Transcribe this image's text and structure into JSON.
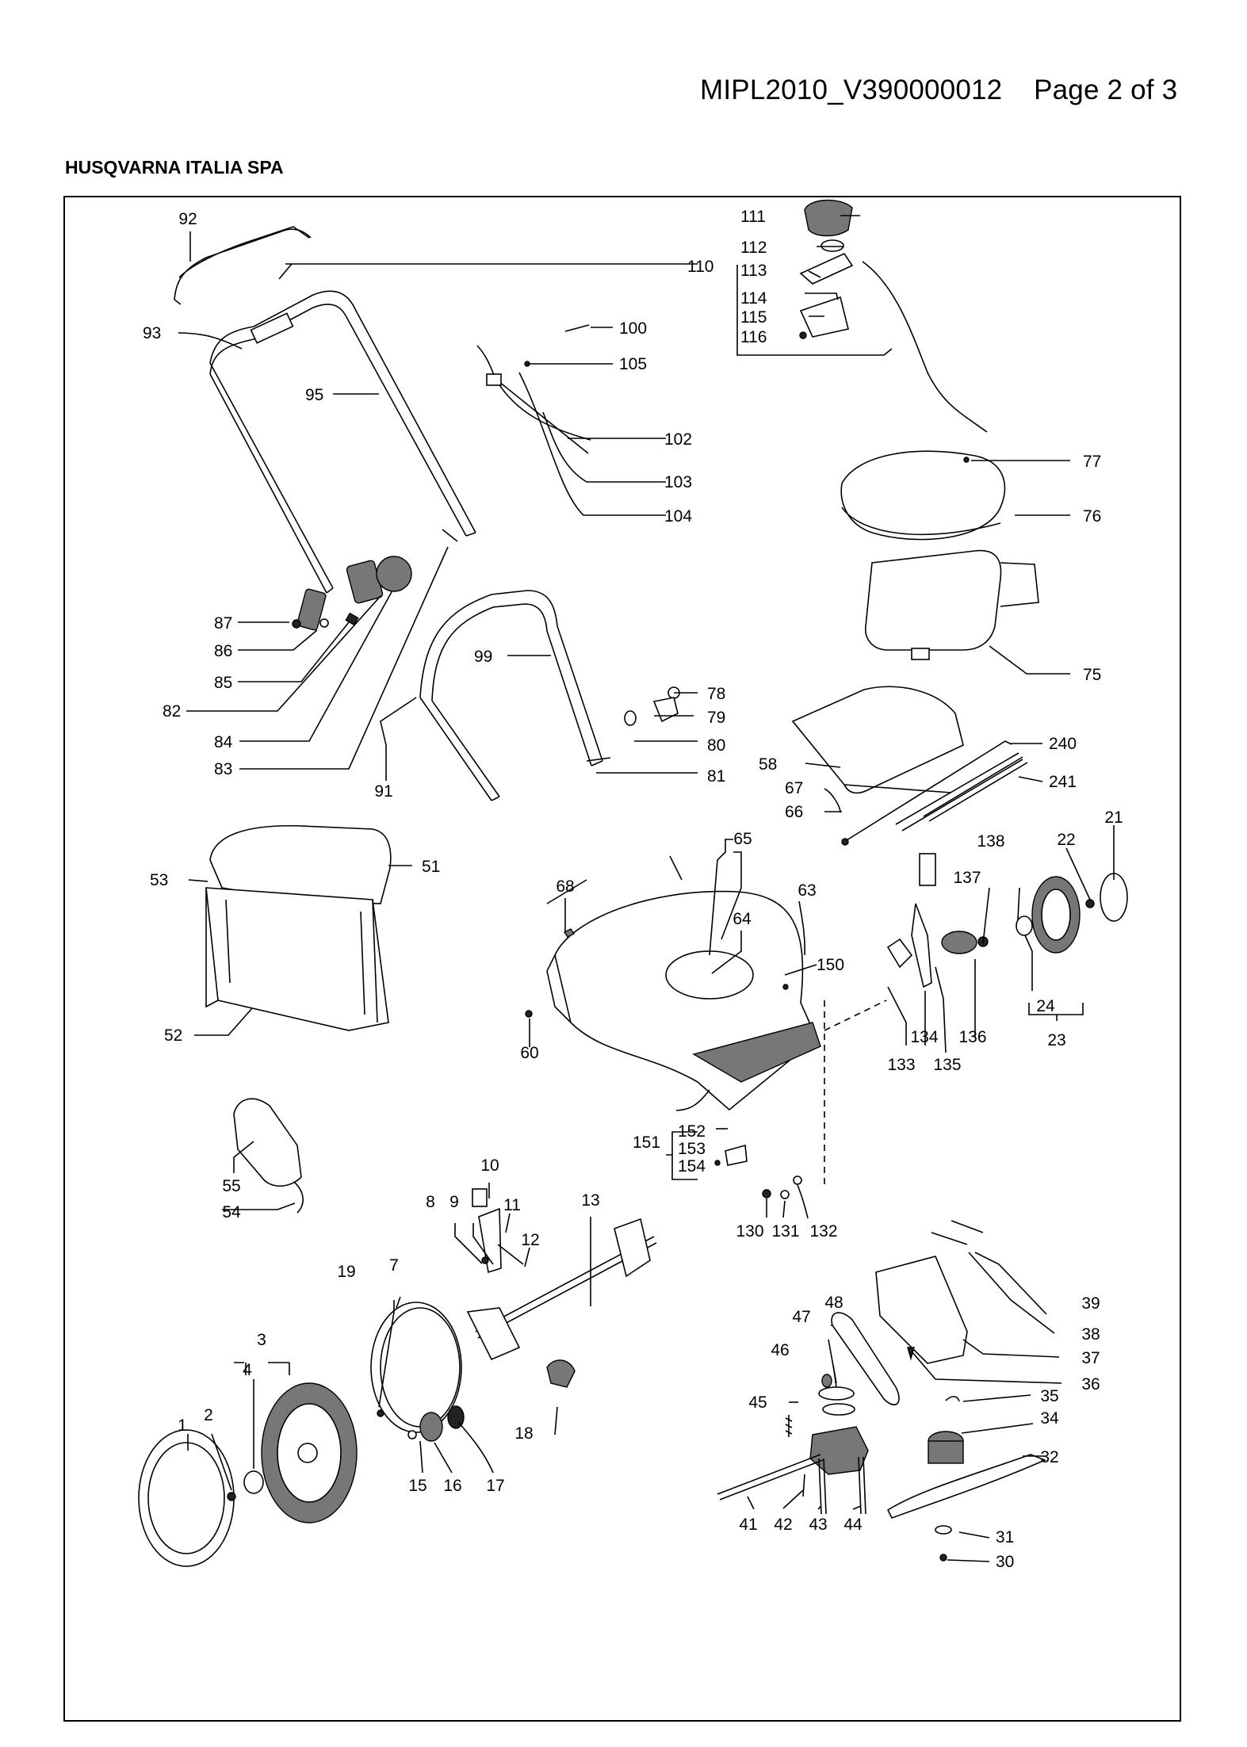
{
  "header": {
    "doc_ref": "MIPL2010_V390000012",
    "page": "Page 2 of 3"
  },
  "company": "HUSQVARNA ITALIA SPA",
  "labels": {
    "l1": "1",
    "l2": "2",
    "l3": "3",
    "l4": "4",
    "l7": "7",
    "l8": "8",
    "l9": "9",
    "l10": "10",
    "l11": "11",
    "l12": "12",
    "l13": "13",
    "l15": "15",
    "l16": "16",
    "l17": "17",
    "l18": "18",
    "l19": "19",
    "l21": "21",
    "l22": "22",
    "l23": "23",
    "l24": "24",
    "l30": "30",
    "l31": "31",
    "l32": "32",
    "l34": "34",
    "l35": "35",
    "l36": "36",
    "l37": "37",
    "l38": "38",
    "l39": "39",
    "l41": "41",
    "l42": "42",
    "l43": "43",
    "l44": "44",
    "l45": "45",
    "l46": "46",
    "l47": "47",
    "l48": "48",
    "l51": "51",
    "l52": "52",
    "l53": "53",
    "l54": "54",
    "l55": "55",
    "l58": "58",
    "l60": "60",
    "l63": "63",
    "l64": "64",
    "l65": "65",
    "l66": "66",
    "l67": "67",
    "l68": "68",
    "l75": "75",
    "l76": "76",
    "l77": "77",
    "l78": "78",
    "l79": "79",
    "l80": "80",
    "l81": "81",
    "l82": "82",
    "l83": "83",
    "l84": "84",
    "l85": "85",
    "l86": "86",
    "l87": "87",
    "l91": "91",
    "l92": "92",
    "l93": "93",
    "l95": "95",
    "l99": "99",
    "l100": "100",
    "l102": "102",
    "l103": "103",
    "l104": "104",
    "l105": "105",
    "l110": "110",
    "l111": "111",
    "l112": "112",
    "l113": "113",
    "l114": "114",
    "l115": "115",
    "l116": "116",
    "l130": "130",
    "l131": "131",
    "l132": "132",
    "l133": "133",
    "l134": "134",
    "l135": "135",
    "l136": "136",
    "l137": "137",
    "l138": "138",
    "l150": "150",
    "l151": "151",
    "l152": "152",
    "l153": "153",
    "l154": "154",
    "l240": "240",
    "l241": "241"
  }
}
